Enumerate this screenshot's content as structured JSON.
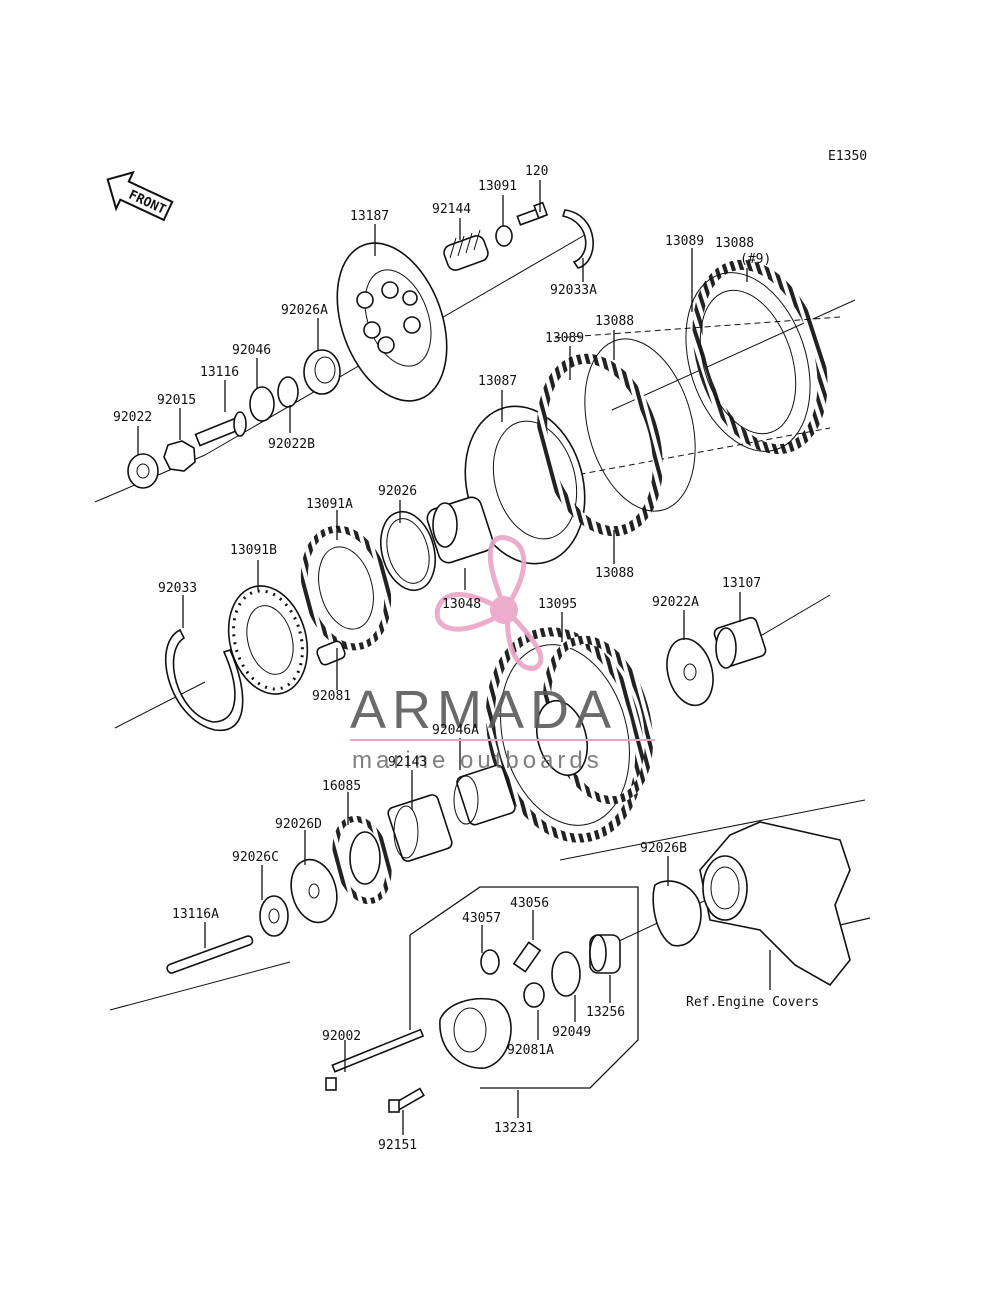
{
  "diagram": {
    "code": "E1350",
    "front_label": "FRONT",
    "ref_note": "Ref.Engine Covers",
    "labels": {
      "p120": "120",
      "p13091": "13091",
      "p92144": "92144",
      "p13187": "13187",
      "p92033A": "92033A",
      "p13088a": "13088",
      "p13088a_qty": "(#9)",
      "p13089a": "13089",
      "p92026A": "92026A",
      "p92046": "92046",
      "p13116": "13116",
      "p92015": "92015",
      "p92022": "92022",
      "p92022B": "92022B",
      "p13088b": "13088",
      "p13089b": "13089",
      "p13087": "13087",
      "p92026": "92026",
      "p13091A": "13091A",
      "p13091B": "13091B",
      "p13048": "13048",
      "p13088c": "13088",
      "p92033": "92033",
      "p13095": "13095",
      "p92022A": "92022A",
      "p13107": "13107",
      "p92081": "92081",
      "p92046A": "92046A",
      "p92143": "92143",
      "p16085": "16085",
      "p92026D": "92026D",
      "p92026C": "92026C",
      "p92026B": "92026B",
      "p13116A": "13116A",
      "p43057": "43057",
      "p43056": "43056",
      "p13256": "13256",
      "p92049": "92049",
      "p92081A": "92081A",
      "p92002": "92002",
      "p13231": "13231",
      "p92151": "92151"
    }
  },
  "watermark": {
    "brand": "ARMADA",
    "tagline": "marine outboards",
    "color": "#e9a5c6",
    "text_color": "#5a5a5a"
  }
}
